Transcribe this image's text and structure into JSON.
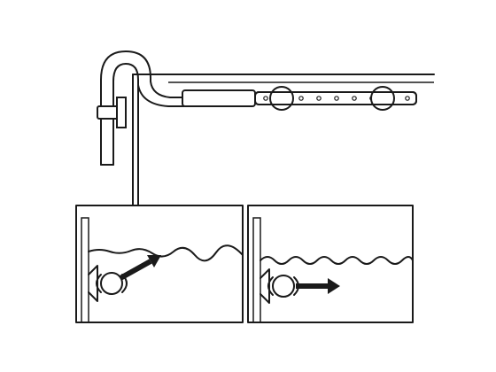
{
  "diagram": {
    "description_labels": [],
    "components": [
      "aquarium-outline",
      "outflow-pipe",
      "spray-bar",
      "suction-cups",
      "tank-panel-left",
      "tank-panel-right"
    ],
    "panels": [
      {
        "id": "left",
        "water_surface": "gentle-ripple",
        "flow_direction": "angled-upward"
      },
      {
        "id": "right",
        "water_surface": "strong-ripple",
        "flow_direction": "horizontal"
      }
    ],
    "spray_bar_holes": 9,
    "colors": {
      "stroke": "#1a1a1a",
      "background": "#ffffff",
      "arrow": "#1a1a1a"
    }
  }
}
